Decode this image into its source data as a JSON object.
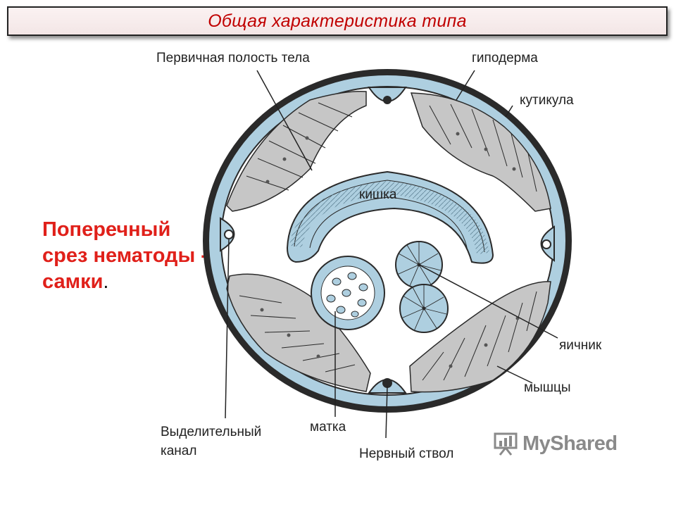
{
  "slide": {
    "title": "Общая характеристика типа",
    "caption_main": "Поперечный срез нематоды - самки",
    "caption_dot": "."
  },
  "labels": {
    "body_cavity": "Первичная полость тела",
    "hypodermis": "гиподерма",
    "cuticle": "кутикула",
    "intestine": "кишка",
    "ovary": "яичник",
    "muscles": "мышцы",
    "excretory_canal": "Выделительный\nканал",
    "uterus": "матка",
    "nerve_cord": "Нервный ствол"
  },
  "watermark": {
    "brand": "MyShared"
  },
  "colors": {
    "title_text": "#c00000",
    "caption_text": "#e0201a",
    "cuticle_fill": "#aecfe0",
    "muscle_fill": "#c6c6c6",
    "outline": "#222222"
  }
}
